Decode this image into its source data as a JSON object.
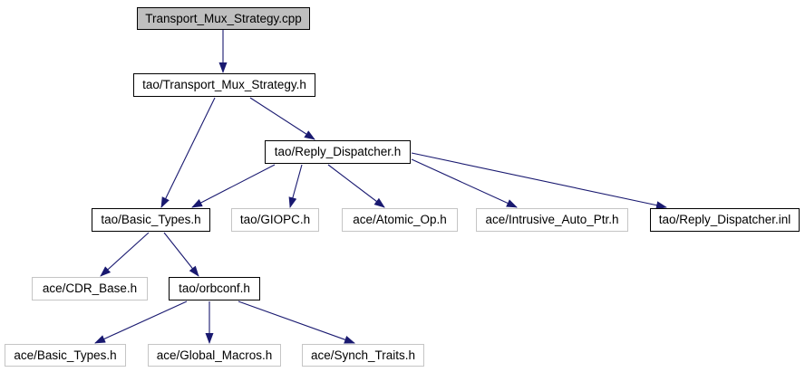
{
  "diagram": {
    "kind": "include-dependency-graph",
    "colors": {
      "edge": "#191970",
      "node_fill": "#ffffff",
      "root_node_fill": "#bfbfbf",
      "documented_node_border": "#000000",
      "external_node_border": "#c5c5c5",
      "text": "#000000",
      "background": "#ffffff"
    },
    "nodes": [
      {
        "id": "transport_mux_strategy_cpp",
        "label": "Transport_Mux_Strategy.cpp",
        "type": "root"
      },
      {
        "id": "tao_transport_mux_strategy_h",
        "label": "tao/Transport_Mux_Strategy.h",
        "type": "documented"
      },
      {
        "id": "tao_reply_dispatcher_h",
        "label": "tao/Reply_Dispatcher.h",
        "type": "documented"
      },
      {
        "id": "tao_basic_types_h",
        "label": "tao/Basic_Types.h",
        "type": "documented"
      },
      {
        "id": "tao_giopc_h",
        "label": "tao/GIOPC.h",
        "type": "external"
      },
      {
        "id": "ace_atomic_op_h",
        "label": "ace/Atomic_Op.h",
        "type": "external"
      },
      {
        "id": "ace_intrusive_auto_ptr_h",
        "label": "ace/Intrusive_Auto_Ptr.h",
        "type": "external"
      },
      {
        "id": "tao_reply_dispatcher_inl",
        "label": "tao/Reply_Dispatcher.inl",
        "type": "documented"
      },
      {
        "id": "ace_cdr_base_h",
        "label": "ace/CDR_Base.h",
        "type": "external"
      },
      {
        "id": "tao_orbconf_h",
        "label": "tao/orbconf.h",
        "type": "documented"
      },
      {
        "id": "ace_basic_types_h",
        "label": "ace/Basic_Types.h",
        "type": "external"
      },
      {
        "id": "ace_global_macros_h",
        "label": "ace/Global_Macros.h",
        "type": "external"
      },
      {
        "id": "ace_synch_traits_h",
        "label": "ace/Synch_Traits.h",
        "type": "external"
      }
    ],
    "edges": [
      {
        "from": "transport_mux_strategy_cpp",
        "to": "tao_transport_mux_strategy_h"
      },
      {
        "from": "tao_transport_mux_strategy_h",
        "to": "tao_basic_types_h"
      },
      {
        "from": "tao_transport_mux_strategy_h",
        "to": "tao_reply_dispatcher_h"
      },
      {
        "from": "tao_reply_dispatcher_h",
        "to": "tao_basic_types_h"
      },
      {
        "from": "tao_reply_dispatcher_h",
        "to": "tao_giopc_h"
      },
      {
        "from": "tao_reply_dispatcher_h",
        "to": "ace_atomic_op_h"
      },
      {
        "from": "tao_reply_dispatcher_h",
        "to": "ace_intrusive_auto_ptr_h"
      },
      {
        "from": "tao_reply_dispatcher_h",
        "to": "tao_reply_dispatcher_inl"
      },
      {
        "from": "tao_basic_types_h",
        "to": "ace_cdr_base_h"
      },
      {
        "from": "tao_basic_types_h",
        "to": "tao_orbconf_h"
      },
      {
        "from": "tao_orbconf_h",
        "to": "ace_basic_types_h"
      },
      {
        "from": "tao_orbconf_h",
        "to": "ace_global_macros_h"
      },
      {
        "from": "tao_orbconf_h",
        "to": "ace_synch_traits_h"
      }
    ]
  }
}
